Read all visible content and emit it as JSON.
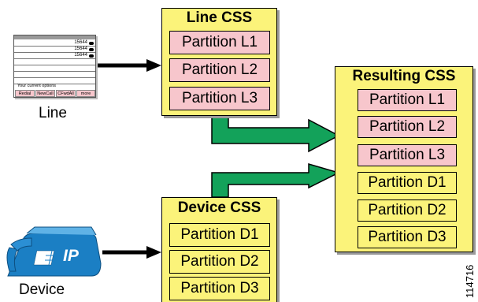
{
  "line_css": {
    "title": "Line CSS",
    "partitions": [
      "Partition L1",
      "Partition L2",
      "Partition L3"
    ]
  },
  "device_css": {
    "title": "Device CSS",
    "partitions": [
      "Partition D1",
      "Partition D2",
      "Partition D3"
    ]
  },
  "resulting_css": {
    "title": "Resulting CSS",
    "partitions": [
      "Partition L1",
      "Partition L2",
      "Partition L3",
      "Partition D1",
      "Partition D2",
      "Partition D3"
    ]
  },
  "line_phone": {
    "caption": "Line",
    "lines": [
      "15644",
      "15644",
      "15644"
    ],
    "options_text": "Your current options",
    "softkeys": [
      "Redial",
      "NewCall",
      "CFwdAll",
      "more"
    ]
  },
  "device_phone": {
    "caption": "Device",
    "badge": "IP"
  },
  "figure_number": "114716",
  "colors": {
    "box_fill": "#fbf37a",
    "line_partition_fill": "#f7c6cc",
    "device_partition_fill": "#fbf37a",
    "arrow_green": "#13a25a",
    "phone_blue": "#1b7fc4"
  }
}
